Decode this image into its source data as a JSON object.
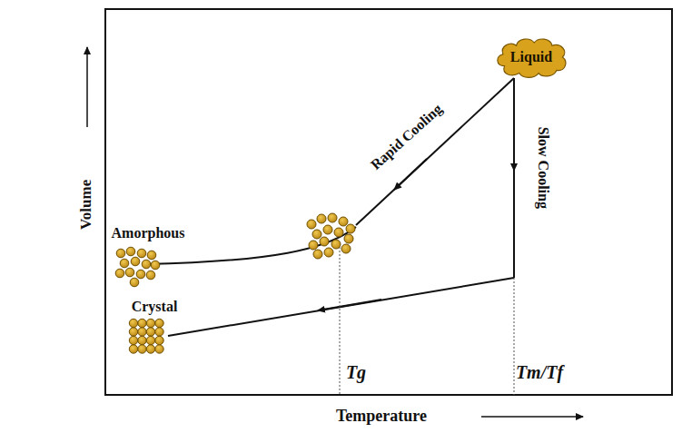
{
  "diagram": {
    "nodes": [
      {
        "text": [
          "Liquid"
        ]
      }
    ],
    "labels": [
      "Volume",
      "Temperature",
      "Rapid Cooling",
      "Slow Cooling",
      "Amorphous",
      "Crystal",
      "Tg",
      "Tm/Tf"
    ]
  }
}
